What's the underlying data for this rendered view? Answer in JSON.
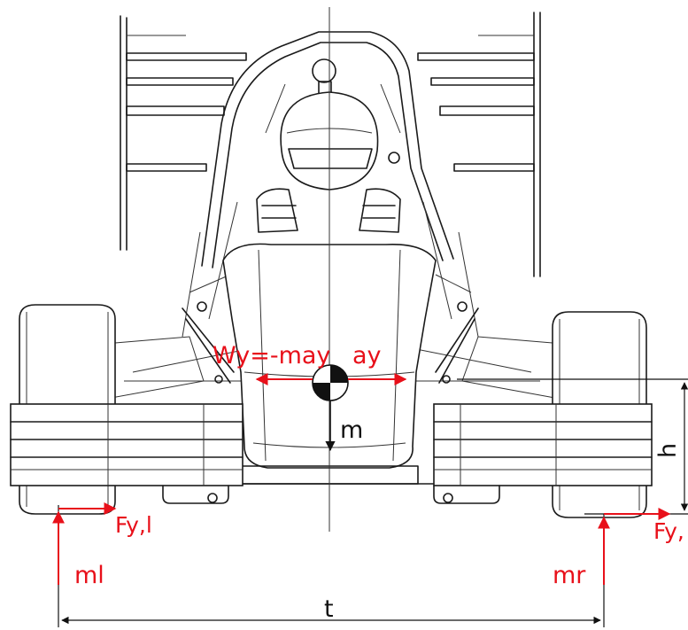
{
  "labels": {
    "inertia_force": "Wy=-may",
    "accel": "ay",
    "mass": "m",
    "height": "h",
    "track": "t",
    "force_left": "Fy,l",
    "force_right": "Fy,",
    "mass_left": "ml",
    "mass_right": "mr"
  },
  "colors": {
    "force_red": "#e8101a",
    "line_black": "#1a1a1a"
  }
}
